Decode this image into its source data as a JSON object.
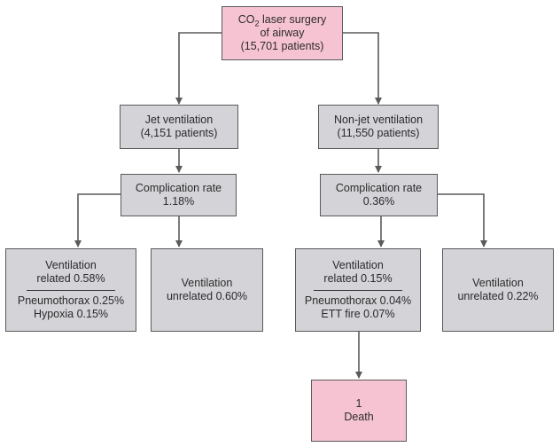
{
  "nodes": {
    "root": {
      "line1_pre": "CO",
      "line1_sub": "2",
      "line1_post": " laser surgery",
      "line2": "of airway",
      "line3": "(15,701 patients)"
    },
    "jet": {
      "line1": "Jet ventilation",
      "line2": "(4,151 patients)"
    },
    "nonjet": {
      "line1": "Non-jet ventilation",
      "line2": "(11,550 patients)"
    },
    "jet_comp": {
      "line1": "Complication rate",
      "line2": "1.18%"
    },
    "nonjet_comp": {
      "line1": "Complication rate",
      "line2": "0.36%"
    },
    "jet_vr": {
      "line1": "Ventilation",
      "line2": "related 0.58%",
      "line3": "Pneumothorax 0.25%",
      "line4": "Hypoxia 0.15%"
    },
    "jet_vu": {
      "line1": "Ventilation",
      "line2": "unrelated 0.60%"
    },
    "nonjet_vr": {
      "line1": "Ventilation",
      "line2": "related 0.15%",
      "line3": "Pneumothorax 0.04%",
      "line4": "ETT fire 0.07%"
    },
    "nonjet_vu": {
      "line1": "Ventilation",
      "line2": "unrelated 0.22%"
    },
    "death": {
      "line1": "1",
      "line2": "Death"
    }
  },
  "colors": {
    "box_gray": "#d3d3d8",
    "box_pink": "#f6c3d2",
    "border": "#5a5a5a",
    "arrow": "#5a5a5a"
  }
}
